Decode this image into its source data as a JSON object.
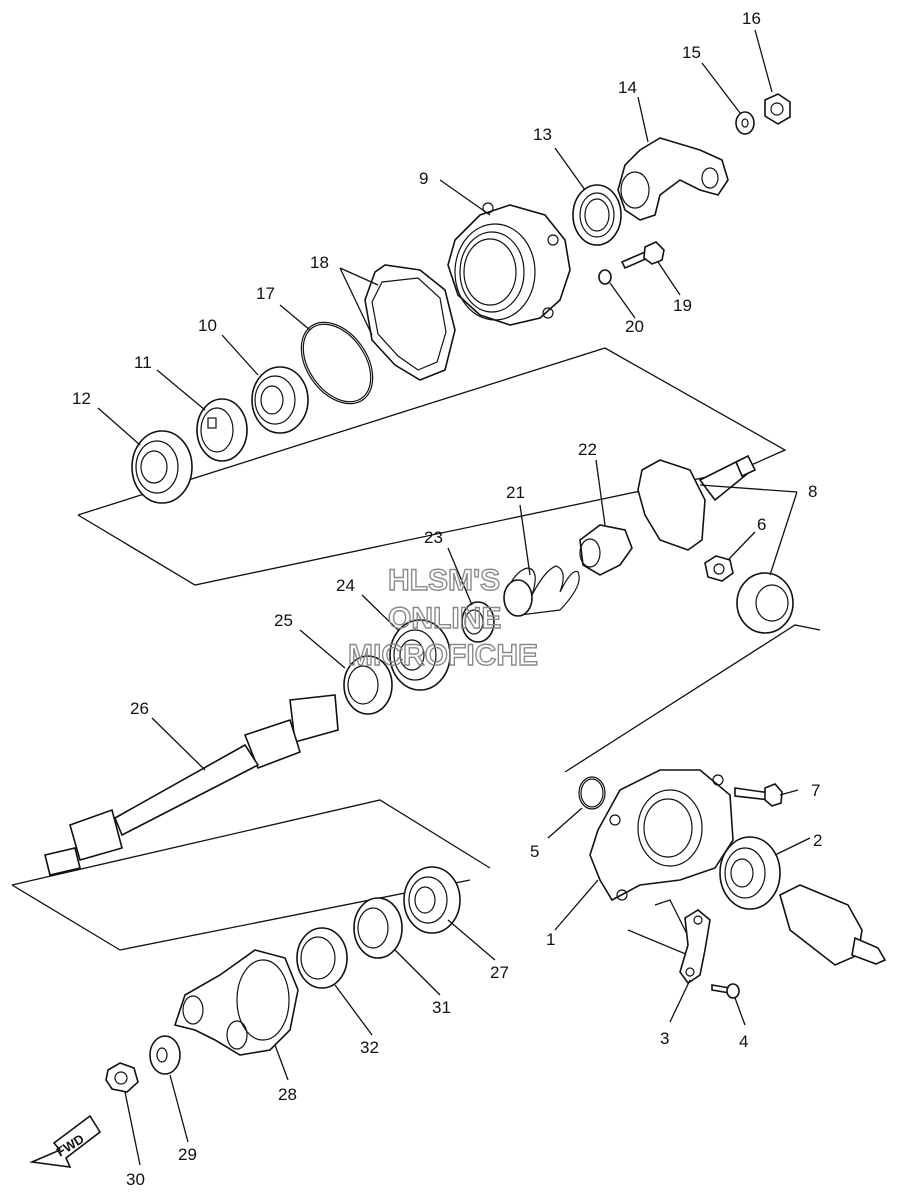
{
  "callouts": [
    "1",
    "2",
    "3",
    "4",
    "5",
    "6",
    "7",
    "8",
    "9",
    "10",
    "11",
    "12",
    "13",
    "14",
    "15",
    "16",
    "17",
    "18",
    "19",
    "20",
    "21",
    "22",
    "23",
    "24",
    "25",
    "26",
    "27",
    "28",
    "29",
    "30",
    "31",
    "32"
  ],
  "watermark": [
    "HLSM'S",
    "ONLINE",
    "MICROFICHE"
  ],
  "direction_label": "FWD"
}
